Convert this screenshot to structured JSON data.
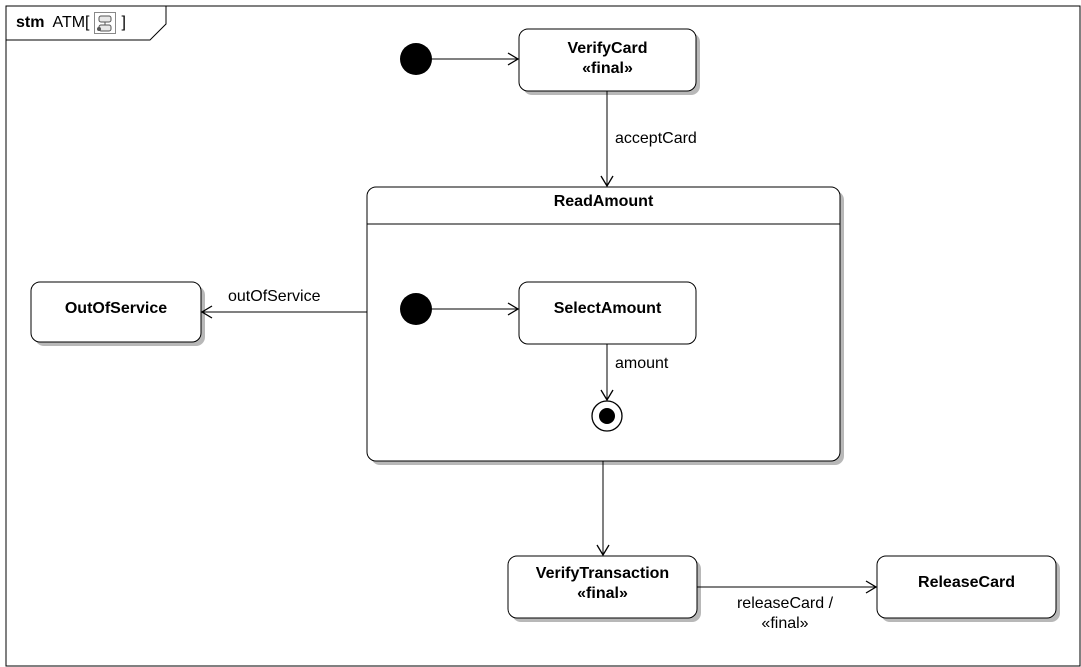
{
  "frame": {
    "keyword": "stm",
    "name": "ATM",
    "bracket_open": "[",
    "bracket_close": "]",
    "icon": "state-machine-diagram-icon"
  },
  "states": {
    "verify_card": {
      "name": "VerifyCard",
      "stereotype": "«final»"
    },
    "read_amount": {
      "name": "ReadAmount"
    },
    "select_amount": {
      "name": "SelectAmount"
    },
    "out_of_service": {
      "name": "OutOfService"
    },
    "verify_transaction": {
      "name": "VerifyTransaction",
      "stereotype": "«final»"
    },
    "release_card": {
      "name": "ReleaseCard"
    }
  },
  "transitions": {
    "accept_card": "acceptCard",
    "out_of_service": "outOfService",
    "amount": "amount",
    "release_card": "releaseCard /",
    "release_card_stereotype": "«final»"
  },
  "colors": {
    "line": "#000000",
    "fill": "#ffffff",
    "shadow": "#b8b8b8"
  }
}
